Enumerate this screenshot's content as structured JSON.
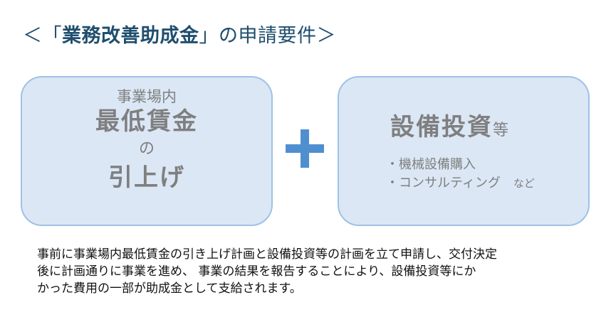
{
  "heading": {
    "open": "＜「",
    "bold": "業務改善助成金",
    "close_bracket": "」",
    "rest": "の申請要件＞"
  },
  "left_box": {
    "subtitle": "事業場内",
    "main": "最低賃金",
    "particle": "の",
    "raise": "引上げ"
  },
  "right_box": {
    "title_big": "設備投資",
    "title_small": "等",
    "items": [
      "・機械設備購入",
      "・コンサルティング"
    ],
    "etc": "など"
  },
  "description": {
    "lines": [
      "事前に事業場内最低賃金の引き上げ計画と設備投資等の計画を立て申請し、交付決定",
      "後に計画通りに事業を進め、 事業の結果を報告することにより、設備投資等にか",
      "かった費用の一部が助成金として支給されます。"
    ]
  },
  "colors": {
    "heading": "#1f4e6e",
    "box_fill": "#dbe7f5",
    "box_border": "#9fc1e6",
    "plus": "#4f8fcf",
    "box_text": "#7f7f7f"
  },
  "icons": {
    "plus": "plus-icon"
  }
}
